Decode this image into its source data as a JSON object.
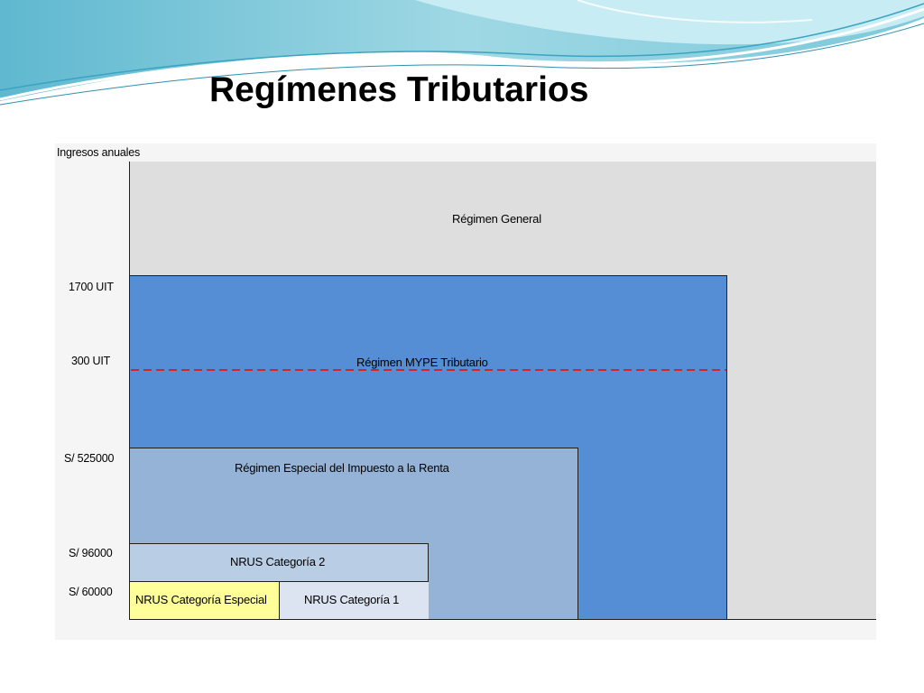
{
  "slide": {
    "title": "Regímenes Tributarios",
    "subtitle": "Régimen MYPE Tributario - Ubicación actual"
  },
  "diagram": {
    "y_axis_title": "Ingresos anuales",
    "y_labels": [
      "1700 UIT",
      "300 UIT",
      "S/ 525000",
      "S/ 96000",
      "S/ 60000"
    ],
    "regimes": {
      "general": "Régimen General",
      "mype": "Régimen MYPE Tributario",
      "rer": "Régimen Especial del Impuesto a la Renta",
      "nrus2": "NRUS Categoría 2",
      "nrus_especial": "NRUS Categoría Especial",
      "nrus1": "NRUS Categoría 1"
    },
    "colors": {
      "general": "#dedede",
      "mype": "#558ed5",
      "rer": "#95b3d7",
      "nrus2": "#b9cde5",
      "nrus1": "#dbe4f0",
      "nrus_especial": "#ffff99",
      "threshold_line": "#e02020"
    }
  }
}
